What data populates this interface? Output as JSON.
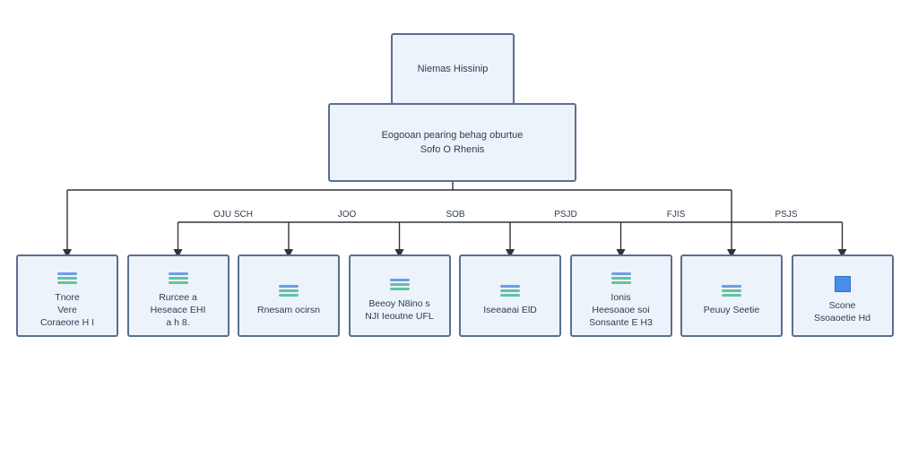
{
  "diagram": {
    "top_node": {
      "label": "Niemas Hissinip"
    },
    "main_node": {
      "line1": "Eogooan pearing behag oburtue",
      "line2": "Sofo O Rhenis"
    },
    "edge_labels": [
      "OJU SCH",
      "JOO",
      "SOB",
      "PSJD",
      "FJIS",
      "PSJS"
    ],
    "children": [
      {
        "icon": "stack-icon",
        "lines": [
          "Tnore",
          "Vere",
          "Coraeore H I"
        ]
      },
      {
        "icon": "stack-icon",
        "lines": [
          "Rurcee a",
          "Heseace EHI",
          "a h 8."
        ]
      },
      {
        "icon": "stack-icon",
        "lines": [
          "Rnesam ocirsn"
        ]
      },
      {
        "icon": "stack-icon",
        "lines": [
          "Beeoy N8ino s",
          "NJI Ieoutne UFL"
        ]
      },
      {
        "icon": "stack-icon",
        "lines": [
          "Iseeaeai ElD"
        ]
      },
      {
        "icon": "stack-icon",
        "lines": [
          "Ionis",
          "Heesoaoe soi",
          "Sonsante E H3"
        ]
      },
      {
        "icon": "stack-icon",
        "lines": [
          "Peuuy Seetie"
        ]
      },
      {
        "icon": "square-icon",
        "lines": [
          "Scone",
          "Ssoaoetie Hd"
        ]
      }
    ],
    "colors": {
      "border": "#5a6f8e",
      "fill": "#edf3fb",
      "line": "#333333",
      "icon_blue": "#6f9ce6",
      "icon_green": "#62c3a1",
      "icon_square": "#4a8fe7"
    }
  }
}
